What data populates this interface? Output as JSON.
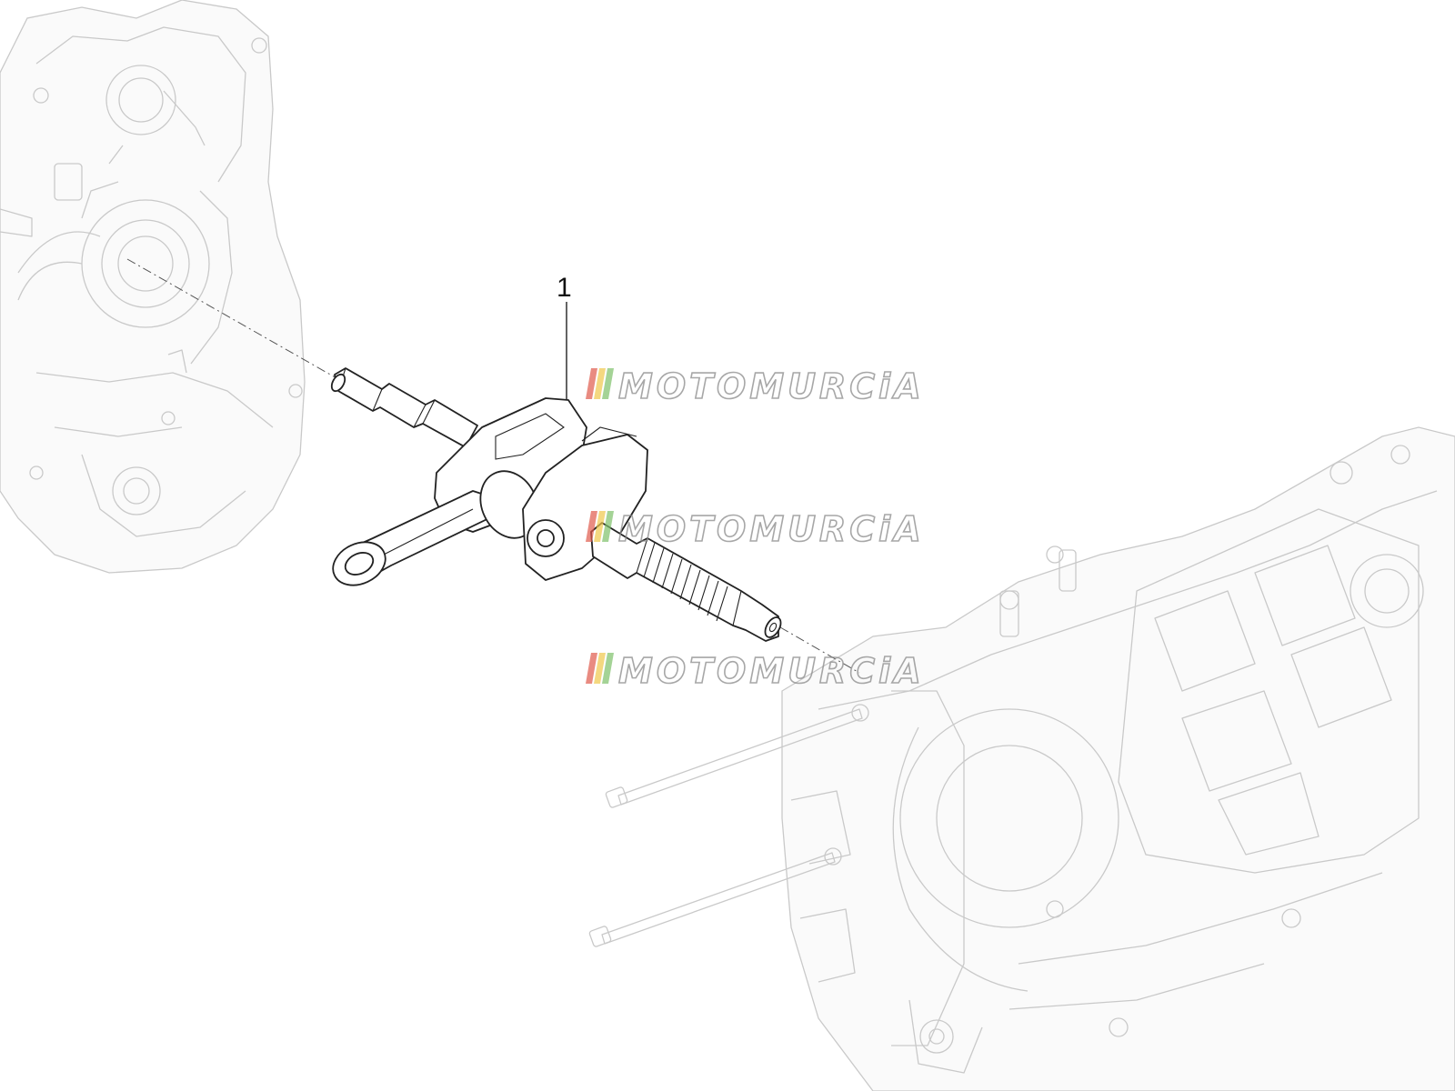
{
  "callouts": [
    {
      "label": "1",
      "part": "crankshaft"
    }
  ],
  "watermark": {
    "text": "MOTOMURCiA",
    "stripe_colors": [
      "#e05a4b",
      "#f0c84a",
      "#7dc06a"
    ],
    "count": 3
  },
  "colors": {
    "part_outline": "#222222",
    "context_outline": "#c9c9c9",
    "background": "#ffffff"
  }
}
